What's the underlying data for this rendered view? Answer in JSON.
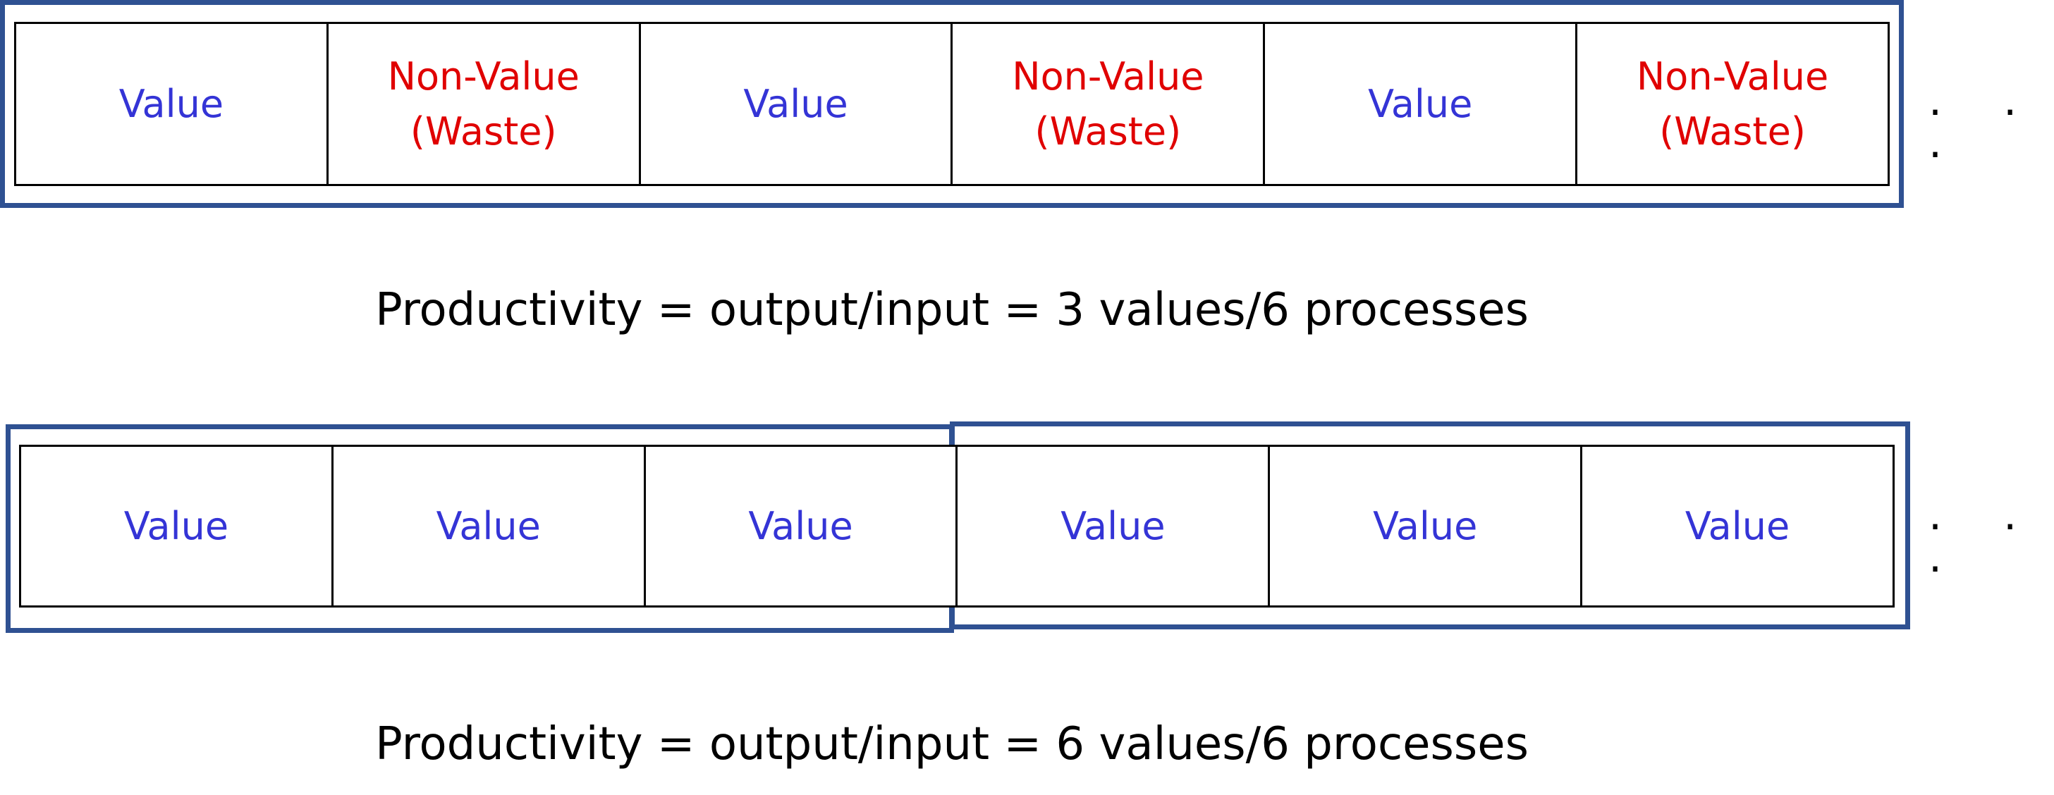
{
  "row1": {
    "cells": [
      {
        "text": "Value",
        "kind": "value"
      },
      {
        "text": "Non-Value\n(Waste)",
        "kind": "waste"
      },
      {
        "text": "Value",
        "kind": "value"
      },
      {
        "text": "Non-Value\n(Waste)",
        "kind": "waste"
      },
      {
        "text": "Value",
        "kind": "value"
      },
      {
        "text": "Non-Value\n(Waste)",
        "kind": "waste"
      }
    ],
    "continuation": "· · ·"
  },
  "formula1": "Productivity = output/input = 3 values/6 processes",
  "row2": {
    "cells": [
      {
        "text": "Value",
        "kind": "value"
      },
      {
        "text": "Value",
        "kind": "value"
      },
      {
        "text": "Value",
        "kind": "value"
      },
      {
        "text": "Value",
        "kind": "value"
      },
      {
        "text": "Value",
        "kind": "value"
      },
      {
        "text": "Value",
        "kind": "value"
      }
    ],
    "continuation": "· · ·"
  },
  "formula2": "Productivity = output/input = 6 values/6 processes",
  "colors": {
    "frame": "#2f5192",
    "value_text": "#3434d6",
    "waste_text": "#e00000"
  }
}
